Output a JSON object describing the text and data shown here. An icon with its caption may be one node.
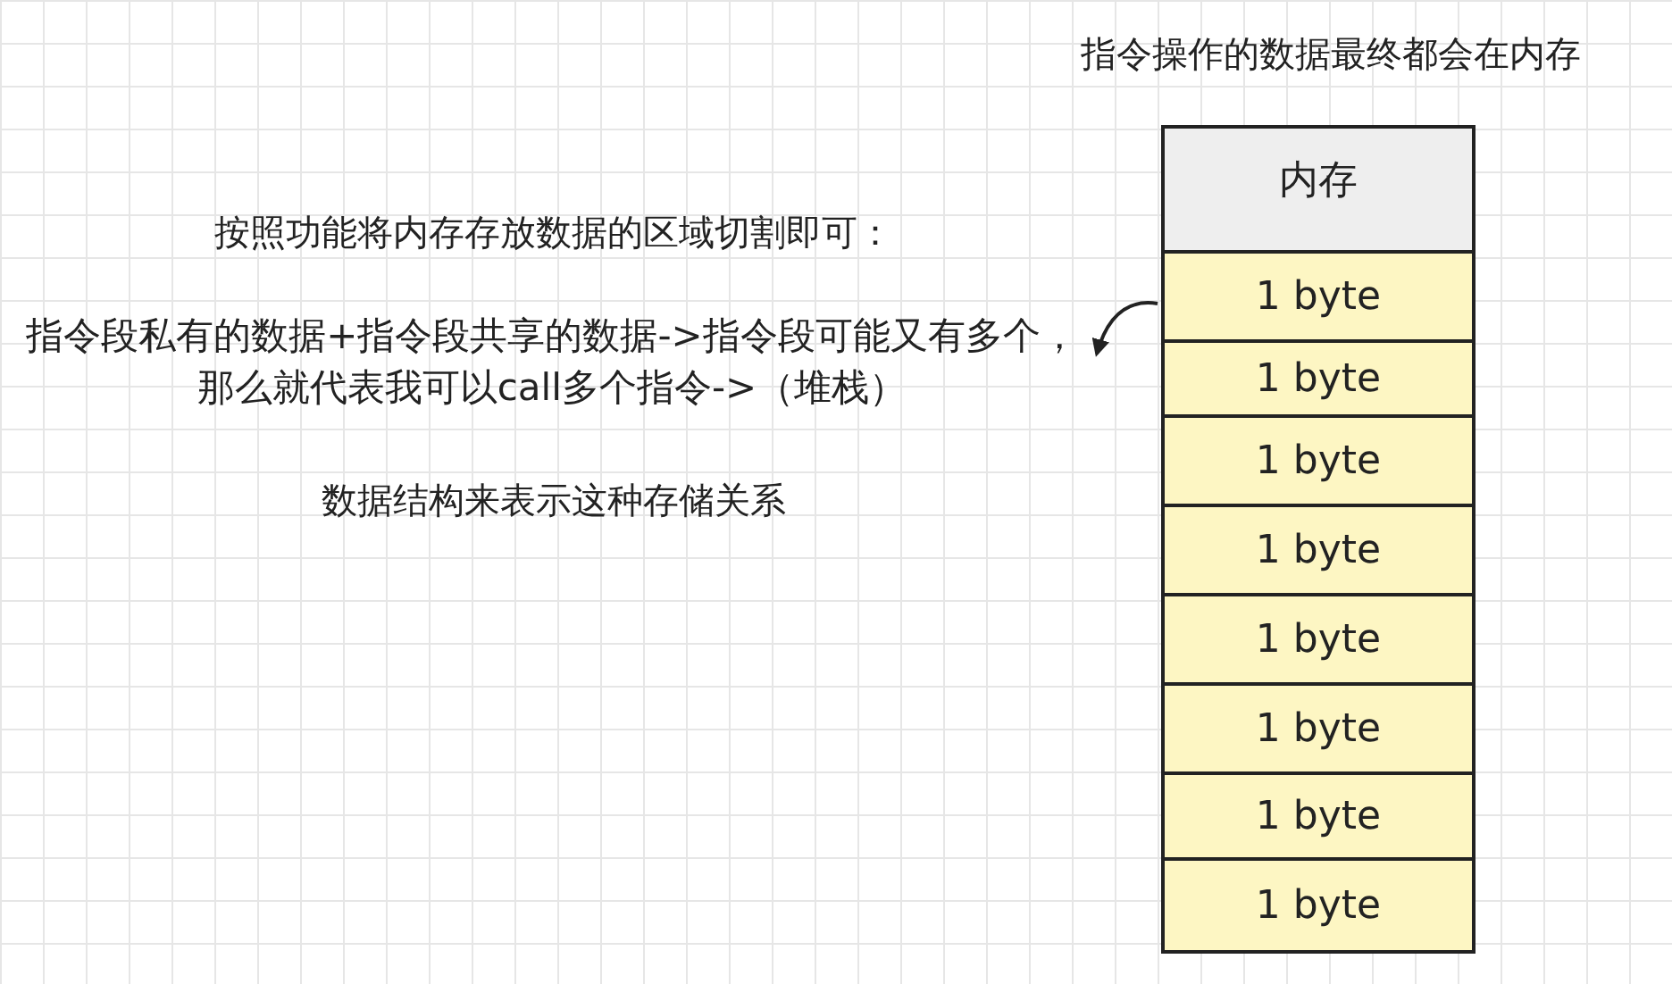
{
  "diagram": {
    "title": "指令操作的数据最终都会在内存",
    "nodes": [
      {
        "text": [
          "内存"
        ]
      },
      {
        "text": [
          "1 byte"
        ]
      },
      {
        "text": [
          "1 byte"
        ]
      },
      {
        "text": [
          "1 byte"
        ]
      },
      {
        "text": [
          "1 byte"
        ]
      },
      {
        "text": [
          "1 byte"
        ]
      },
      {
        "text": [
          "1 byte"
        ]
      },
      {
        "text": [
          "1 byte"
        ]
      },
      {
        "text": [
          "1 byte"
        ]
      },
      {
        "text": [
          "指令段私有的数据+指令段共享的数据->指令段可能又有多个，那么就代表我可以call多个指令->（堆栈）"
        ]
      }
    ],
    "edges": [
      {
        "from": 1,
        "to": 9,
        "arrow": "to"
      }
    ],
    "labels": [
      "按照功能将内存存放数据的区域切割即可：",
      "数据结构来表示这种存储关系"
    ]
  }
}
